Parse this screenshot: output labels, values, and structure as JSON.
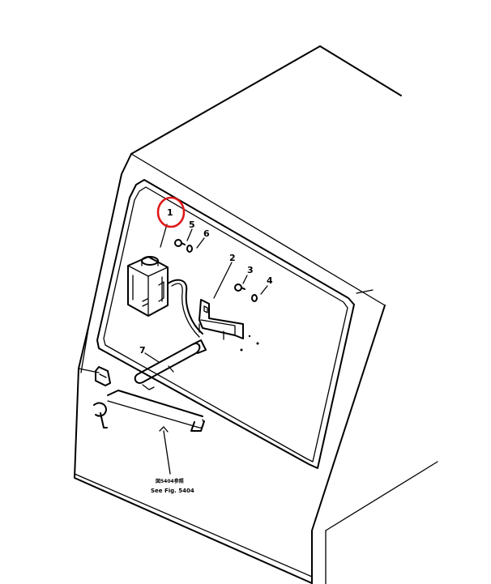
{
  "callouts": {
    "c1": "1",
    "c2": "2",
    "c3": "3",
    "c4": "4",
    "c5": "5",
    "c6": "6",
    "c7": "7"
  },
  "reference": {
    "jp": "図5404参照",
    "en": "See Fig. 5404"
  },
  "highlight": {
    "part": "1",
    "color": "#e01818"
  }
}
